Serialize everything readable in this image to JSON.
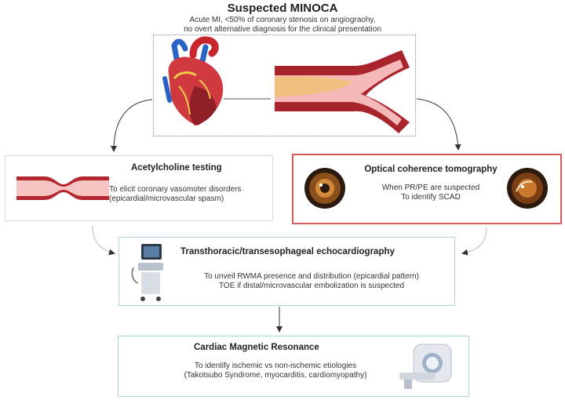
{
  "header": {
    "title": "Suspected MINOCA",
    "subtitle_line1": "Acute MI, <50% of coronary stenosis on angiograohy,",
    "subtitle_line2": "no overt alternative diagnosis for the clinical presentation"
  },
  "acetylcholine": {
    "title": "Acetylcholine testing",
    "line1": "To elicit coronary vasomoter disorders",
    "line2": "(epicardial/microvascular spasm)"
  },
  "oct": {
    "title": "Optical coherence tomography",
    "line1": "When PR/PE are suspected",
    "line2": "To identify SCAD"
  },
  "echo": {
    "title": "Transthoracic/transesophageal echocardiography",
    "line1": "To unveil RWMA presence and distribution (epicardial pattern)",
    "line2": "TOE if distal/microvascular embolization is suspected"
  },
  "cmr": {
    "title": "Cardiac Magnetic Resonance",
    "line1": "To identify ischemic vs non-ischemic etiologies",
    "line2": "(Takotsubo Syndrome, myocarditis, cardiomyopathy)"
  },
  "colors": {
    "oct_border": "#d95a5a",
    "teal_border": "#a9d7d7",
    "vessel_red": "#a8232c",
    "plaque_yellow": "#f0c080"
  }
}
